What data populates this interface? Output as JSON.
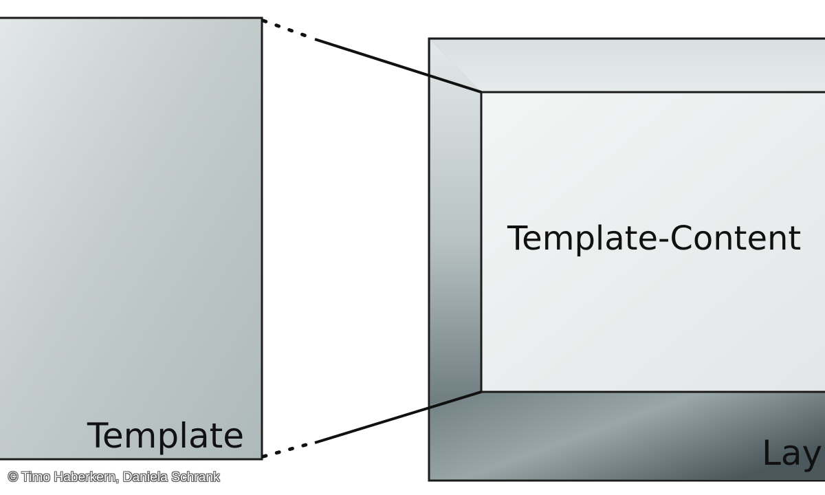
{
  "template_label": "Template",
  "content_label": "Template-Content",
  "layout_label": "Lay",
  "copyright": "© Timo Haberkern, Daniela Schrank"
}
